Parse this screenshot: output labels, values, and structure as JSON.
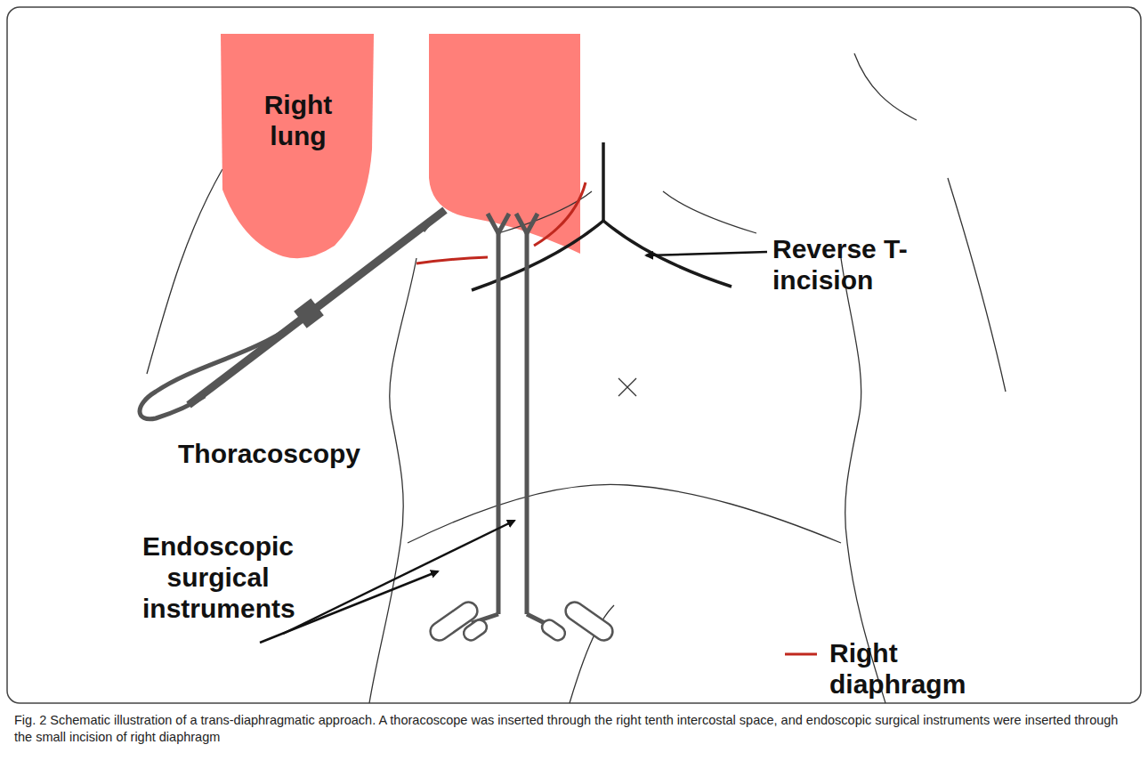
{
  "diagram": {
    "caption": "Fig. 2 Schematic illustration of a trans-diaphragmatic approach. A thoracoscope was inserted through the right tenth intercostal space, and endoscopic surgical instruments were inserted through the small incision of right diaphragm",
    "nodes": [
      {
        "text": [
          "Right lung"
        ]
      }
    ],
    "labels": [
      "Reverse T-incision",
      "Thoracoscopy",
      "Endoscopic surgical instruments"
    ],
    "legend": [
      {
        "text": "Right diaphragm"
      }
    ]
  }
}
